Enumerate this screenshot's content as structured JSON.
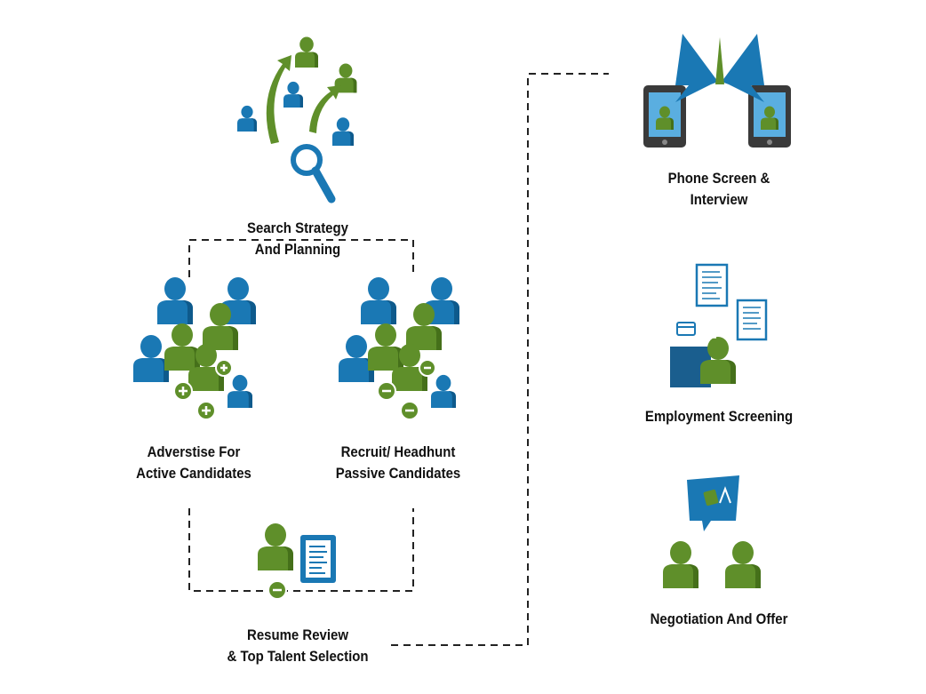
{
  "colors": {
    "blue": "#1a78b4",
    "blue_dark": "#0e5a8c",
    "green": "#5f8f2a",
    "green_dark": "#45701a",
    "connector": "#222222"
  },
  "steps": {
    "search": {
      "line1": "Search Strategy",
      "line2": "And Planning",
      "icon": "search-people-icon"
    },
    "advertise": {
      "line1": "Adverstise For",
      "line2": "Active Candidates",
      "icon": "people-plus-icon"
    },
    "recruit": {
      "line1": "Recruit/ Headhunt",
      "line2": "Passive Candidates",
      "icon": "people-minus-icon"
    },
    "resume": {
      "line1": "Resume Review",
      "line2": "& Top Talent Selection",
      "icon": "person-resume-icon"
    },
    "phone": {
      "line1": "Phone Screen &",
      "line2": "Interview",
      "icon": "tablet-interview-icon"
    },
    "employment": {
      "line1": "Employment Screening",
      "icon": "document-screening-icon"
    },
    "negotiation": {
      "line1": "Negotiation And Offer",
      "icon": "negotiation-icon"
    }
  }
}
